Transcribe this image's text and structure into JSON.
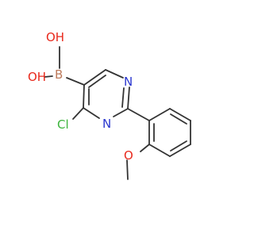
{
  "molecule": {
    "atoms": {
      "o1": "OH",
      "o2": "OH",
      "b": "B",
      "n_top": "N",
      "n_bottom": "N",
      "cl": "Cl",
      "o_methoxy": "O"
    },
    "colors": {
      "bond": "#333333",
      "boron": "#bd7a5b",
      "oxygen": "#e8291c",
      "nitrogen": "#2a37cf",
      "chlorine": "#3cb43c"
    }
  }
}
